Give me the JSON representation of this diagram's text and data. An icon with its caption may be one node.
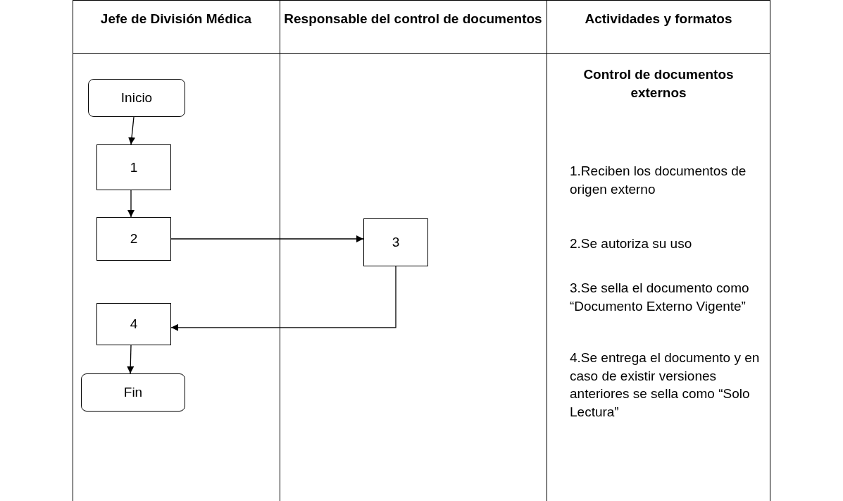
{
  "diagram": {
    "nodes": [
      {
        "text": [
          "Inicio"
        ]
      },
      {
        "text": [
          "1"
        ]
      },
      {
        "text": [
          "2"
        ]
      },
      {
        "text": [
          "3"
        ]
      },
      {
        "text": [
          "4"
        ]
      },
      {
        "text": [
          "Fin"
        ]
      }
    ],
    "edges": [
      {
        "from": 0,
        "to": 1,
        "arrow": "to"
      },
      {
        "from": 1,
        "to": 2,
        "arrow": "to"
      },
      {
        "from": 2,
        "to": 3,
        "arrow": "to"
      },
      {
        "from": 3,
        "to": 4,
        "arrow": "to"
      },
      {
        "from": 4,
        "to": 5,
        "arrow": "to"
      }
    ],
    "labels": [
      "Jefe de División Médica",
      "Responsable del control de documentos",
      "Actividades y formatos",
      "Control de documentos externos",
      "1.Reciben los documentos de origen externo",
      "2.Se autoriza su uso",
      "3.Se sella el documento como “Documento Externo Vigente”",
      "4.Se entrega el documento y en caso de existir versiones anteriores se sella como “Solo Lectura”"
    ]
  }
}
